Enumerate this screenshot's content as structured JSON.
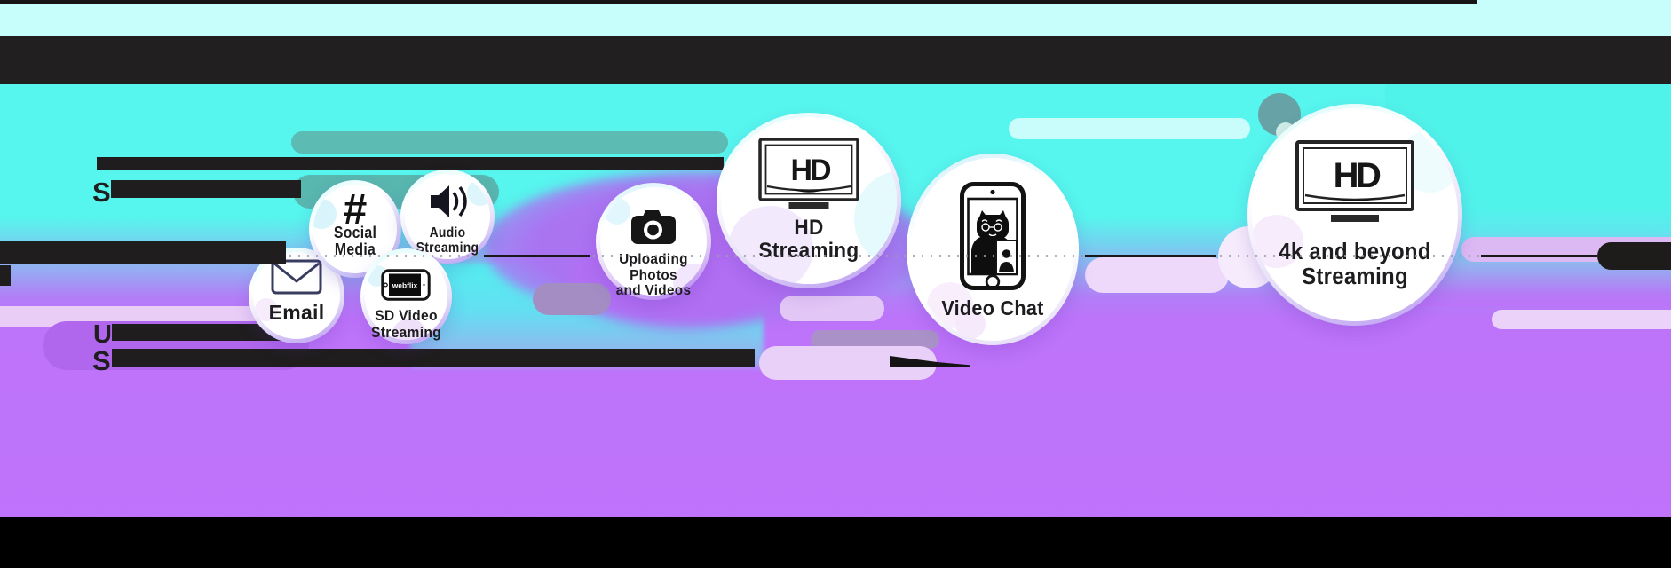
{
  "bubbles": {
    "email": {
      "line1": "Email"
    },
    "social": {
      "line1": "Social",
      "line2": "Media"
    },
    "audio": {
      "line1": "Audio",
      "line2": "Streaming"
    },
    "sd": {
      "line1": "SD Video",
      "line2": "Streaming"
    },
    "upload": {
      "line1": "Uploading Photos",
      "line2": "and Videos"
    },
    "hd": {
      "line1": "HD",
      "line2": "Streaming"
    },
    "video": {
      "line1": "Video Chat"
    },
    "fourk": {
      "line1": "4k and beyond",
      "line2": "Streaming"
    }
  },
  "brand": {
    "webflix": "webflix"
  },
  "tv_label": {
    "hd": "HD"
  },
  "redacted_heading": {
    "line2_letter": "S",
    "line3_letter": "U",
    "line4_letter": "S"
  },
  "colors": {
    "cyan_bg": "#56f5ed",
    "purple_bg": "#bf72fb",
    "teal_pill": "#5cbbb2",
    "light_strip": "#c7fdfa",
    "bar_black": "#1f1d1d",
    "bottom_black": "#000000",
    "lavender_pill": "#e9cdf7",
    "label_text": "#1d1d1f"
  }
}
